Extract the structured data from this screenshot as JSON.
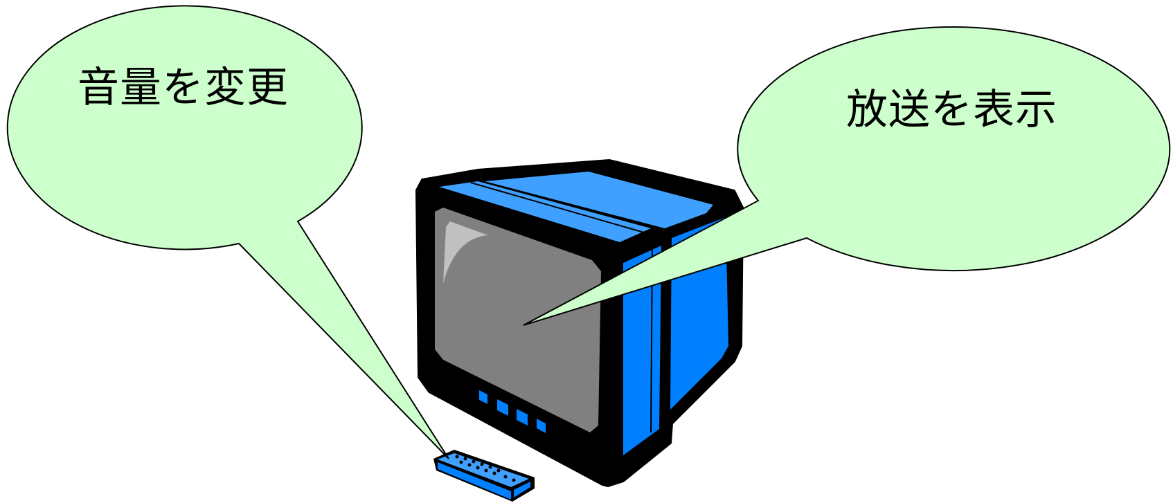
{
  "bubbles": {
    "remote": {
      "text": "音量を変更"
    },
    "tv": {
      "text": "放送を表示"
    }
  },
  "colors": {
    "bubble_fill": "#ccffcc",
    "tv_blue": "#0080ff",
    "tv_light_blue": "#3fa0ff",
    "screen_gray": "#808080",
    "frame_black": "#000000"
  },
  "icons": [
    "television-icon",
    "remote-control-icon",
    "speech-bubble"
  ]
}
